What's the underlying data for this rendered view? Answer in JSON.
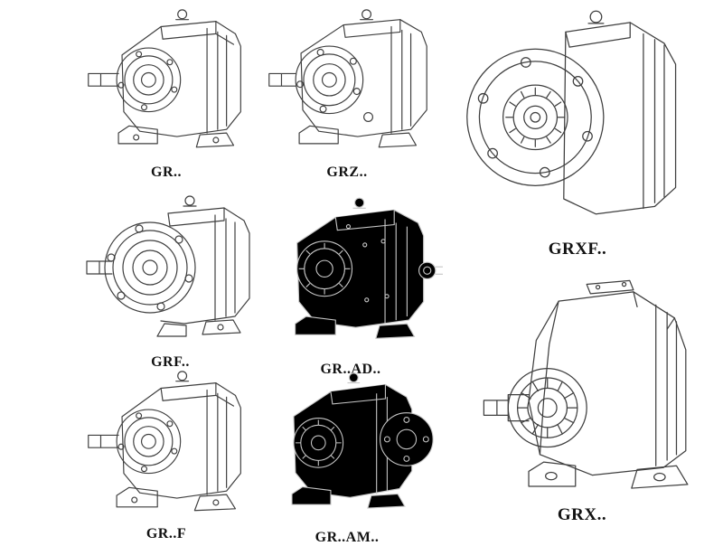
{
  "catalog": {
    "title_visible": false,
    "items": [
      {
        "label": "GR.."
      },
      {
        "label": "GRZ.."
      },
      {
        "label": "GRXF.."
      },
      {
        "label": "GRF.."
      },
      {
        "label": "GR..AD.."
      },
      {
        "label": "GR..F"
      },
      {
        "label": "GR..AM.."
      },
      {
        "label": "GRX.."
      }
    ]
  },
  "colors": {
    "line": "#3f3f3f",
    "ghost": "#c6c6c6",
    "label": "#121212",
    "bg": "#ffffff"
  }
}
